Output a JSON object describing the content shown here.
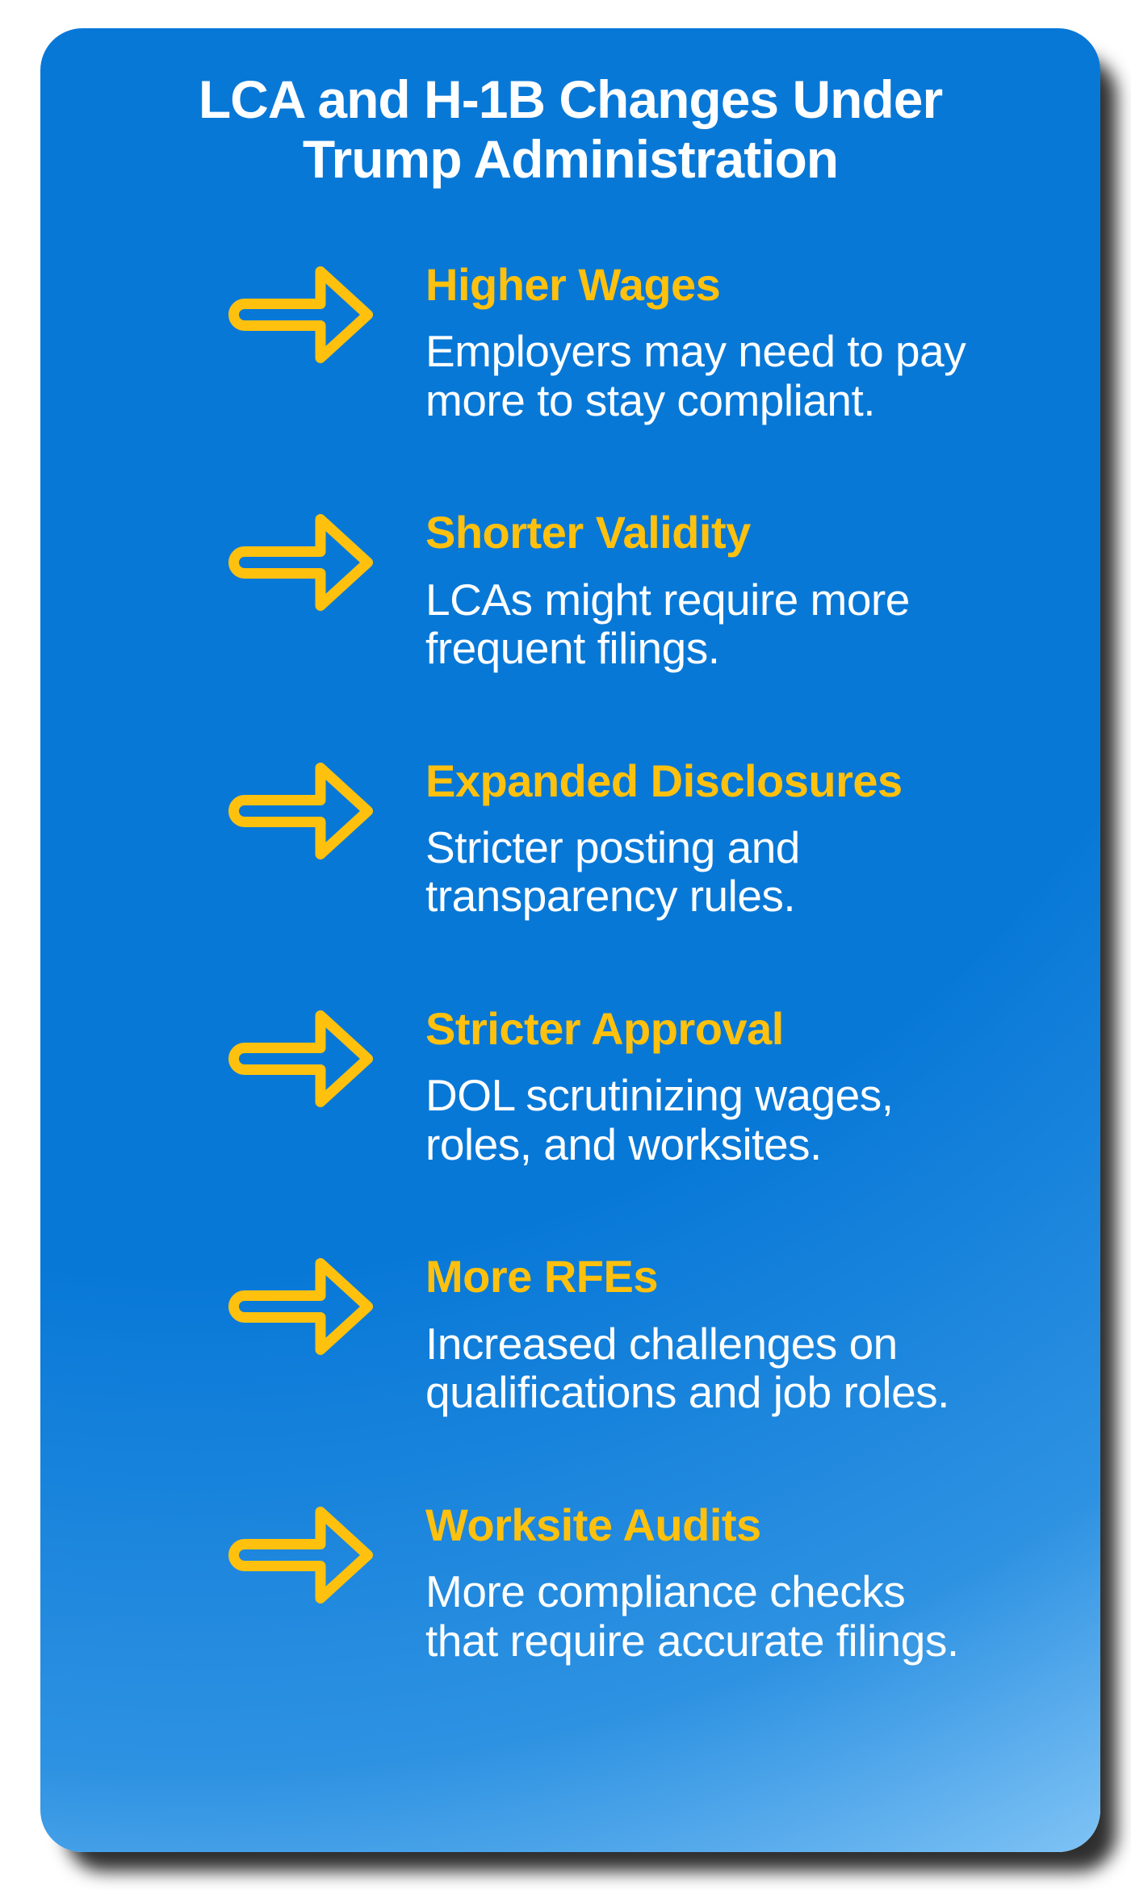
{
  "page": {
    "background_color": "#FFFFFF"
  },
  "card": {
    "title": "LCA and H-1B Changes Under\nTrump Administration",
    "colors": {
      "card_blue": "#0878D7",
      "card_blue_mid": "#2E92E2",
      "card_blue_light": "#7FC3F5",
      "accent_yellow": "#FFC10E",
      "text_white": "#FFFFFF"
    }
  },
  "sections": [
    {
      "id": "higher-wages",
      "icon": "arrow-right-icon",
      "heading": "Higher Wages",
      "body": "Employers may need to pay\nmore to stay compliant."
    },
    {
      "id": "shorter-validity",
      "icon": "arrow-right-icon",
      "heading": "Shorter Validity",
      "body": "LCAs might require more\nfrequent filings."
    },
    {
      "id": "expanded-disclosures",
      "icon": "arrow-right-icon",
      "heading": "Expanded Disclosures",
      "body": "Stricter posting and\ntransparency rules."
    },
    {
      "id": "stricter-approval",
      "icon": "arrow-right-icon",
      "heading": "Stricter Approval",
      "body": "DOL scrutinizing wages,\nroles, and worksites."
    },
    {
      "id": "more-rfes",
      "icon": "arrow-right-icon",
      "heading": "More RFEs",
      "body": "Increased challenges on\nqualifications and job roles."
    },
    {
      "id": "worksite-audits",
      "icon": "arrow-right-icon",
      "heading": "Worksite Audits",
      "body": "More compliance checks\nthat require accurate filings."
    }
  ]
}
